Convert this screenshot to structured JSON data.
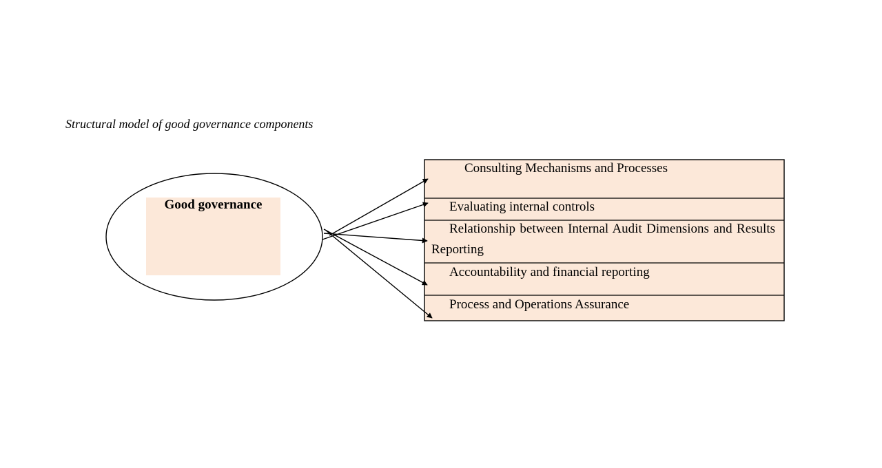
{
  "figure": {
    "caption": "Structural model of good governance components"
  },
  "central_construct": {
    "label": "Good governance"
  },
  "components": [
    {
      "label": "Consulting Mechanisms and Processes"
    },
    {
      "label": "Evaluating internal controls"
    },
    {
      "label": "Relationship between Internal Audit Dimensions and Results Reporting"
    },
    {
      "label": "Accountability and financial reporting"
    },
    {
      "label": "Process and Operations Assurance"
    }
  ],
  "colors": {
    "box_fill": "#fce8d9",
    "stroke": "#000000",
    "text": "#000000"
  }
}
